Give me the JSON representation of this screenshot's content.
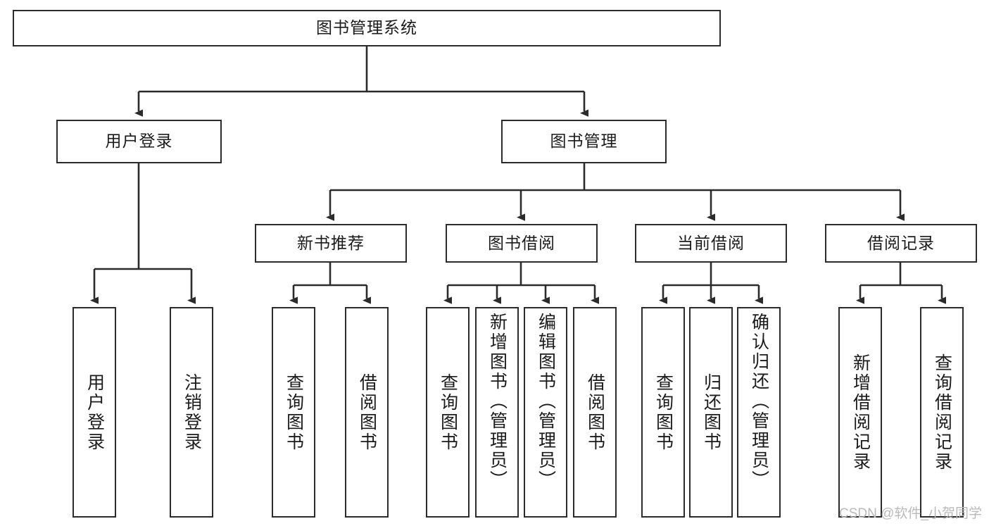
{
  "diagram": {
    "title": "图书管理系统",
    "type": "功能结构图",
    "colors": {
      "box_border": "#2b2b2b",
      "box_fill": "#ffffff",
      "connector": "#2b2b2b",
      "background": "#ffffff",
      "watermark": "#b9b9b9"
    },
    "watermark": "CSDN @软件_小贺同学",
    "nodes": {
      "root": {
        "label": "图书管理系统",
        "level": 0,
        "orientation": "horizontal"
      },
      "user_login": {
        "label": "用户登录",
        "level": 1,
        "orientation": "horizontal"
      },
      "book_manage": {
        "label": "图书管理",
        "level": 1,
        "orientation": "horizontal"
      },
      "new_book_rec": {
        "label": "新书推荐",
        "level": 2,
        "orientation": "horizontal"
      },
      "book_borrow": {
        "label": "图书借阅",
        "level": 2,
        "orientation": "horizontal"
      },
      "current_borrow": {
        "label": "当前借阅",
        "level": 2,
        "orientation": "horizontal"
      },
      "borrow_record": {
        "label": "借阅记录",
        "level": 2,
        "orientation": "horizontal"
      },
      "leaf_user_login": {
        "label": "用户登录",
        "level": 3,
        "orientation": "vertical"
      },
      "leaf_logout": {
        "label": "注销登录",
        "level": 3,
        "orientation": "vertical"
      },
      "leaf_query_book_1": {
        "label": "查询图书",
        "level": 3,
        "orientation": "vertical"
      },
      "leaf_borrow_book_1": {
        "label": "借阅图书",
        "level": 3,
        "orientation": "vertical"
      },
      "leaf_query_book_2": {
        "label": "查询图书",
        "level": 3,
        "orientation": "vertical"
      },
      "leaf_add_book": {
        "label": "新增图书（管理员）",
        "level": 3,
        "orientation": "vertical"
      },
      "leaf_edit_book": {
        "label": "编辑图书（管理员）",
        "level": 3,
        "orientation": "vertical"
      },
      "leaf_borrow_book_2": {
        "label": "借阅图书",
        "level": 3,
        "orientation": "vertical"
      },
      "leaf_query_book_3": {
        "label": "查询图书",
        "level": 3,
        "orientation": "vertical"
      },
      "leaf_return_book": {
        "label": "归还图书",
        "level": 3,
        "orientation": "vertical"
      },
      "leaf_confirm_return": {
        "label": "确认归还（管理员）",
        "level": 3,
        "orientation": "vertical"
      },
      "leaf_add_record": {
        "label": "新增借阅记录",
        "level": 3,
        "orientation": "vertical"
      },
      "leaf_query_record": {
        "label": "查询借阅记录",
        "level": 3,
        "orientation": "vertical"
      }
    },
    "edges": [
      {
        "from": "root",
        "to": "user_login"
      },
      {
        "from": "root",
        "to": "book_manage"
      },
      {
        "from": "book_manage",
        "to": "new_book_rec"
      },
      {
        "from": "book_manage",
        "to": "book_borrow"
      },
      {
        "from": "book_manage",
        "to": "current_borrow"
      },
      {
        "from": "book_manage",
        "to": "borrow_record"
      },
      {
        "from": "user_login",
        "to": "leaf_user_login"
      },
      {
        "from": "user_login",
        "to": "leaf_logout"
      },
      {
        "from": "new_book_rec",
        "to": "leaf_query_book_1"
      },
      {
        "from": "new_book_rec",
        "to": "leaf_borrow_book_1"
      },
      {
        "from": "book_borrow",
        "to": "leaf_query_book_2"
      },
      {
        "from": "book_borrow",
        "to": "leaf_add_book"
      },
      {
        "from": "book_borrow",
        "to": "leaf_edit_book"
      },
      {
        "from": "book_borrow",
        "to": "leaf_borrow_book_2"
      },
      {
        "from": "current_borrow",
        "to": "leaf_query_book_3"
      },
      {
        "from": "current_borrow",
        "to": "leaf_return_book"
      },
      {
        "from": "current_borrow",
        "to": "leaf_confirm_return"
      },
      {
        "from": "borrow_record",
        "to": "leaf_add_record"
      },
      {
        "from": "borrow_record",
        "to": "leaf_query_record"
      }
    ]
  }
}
